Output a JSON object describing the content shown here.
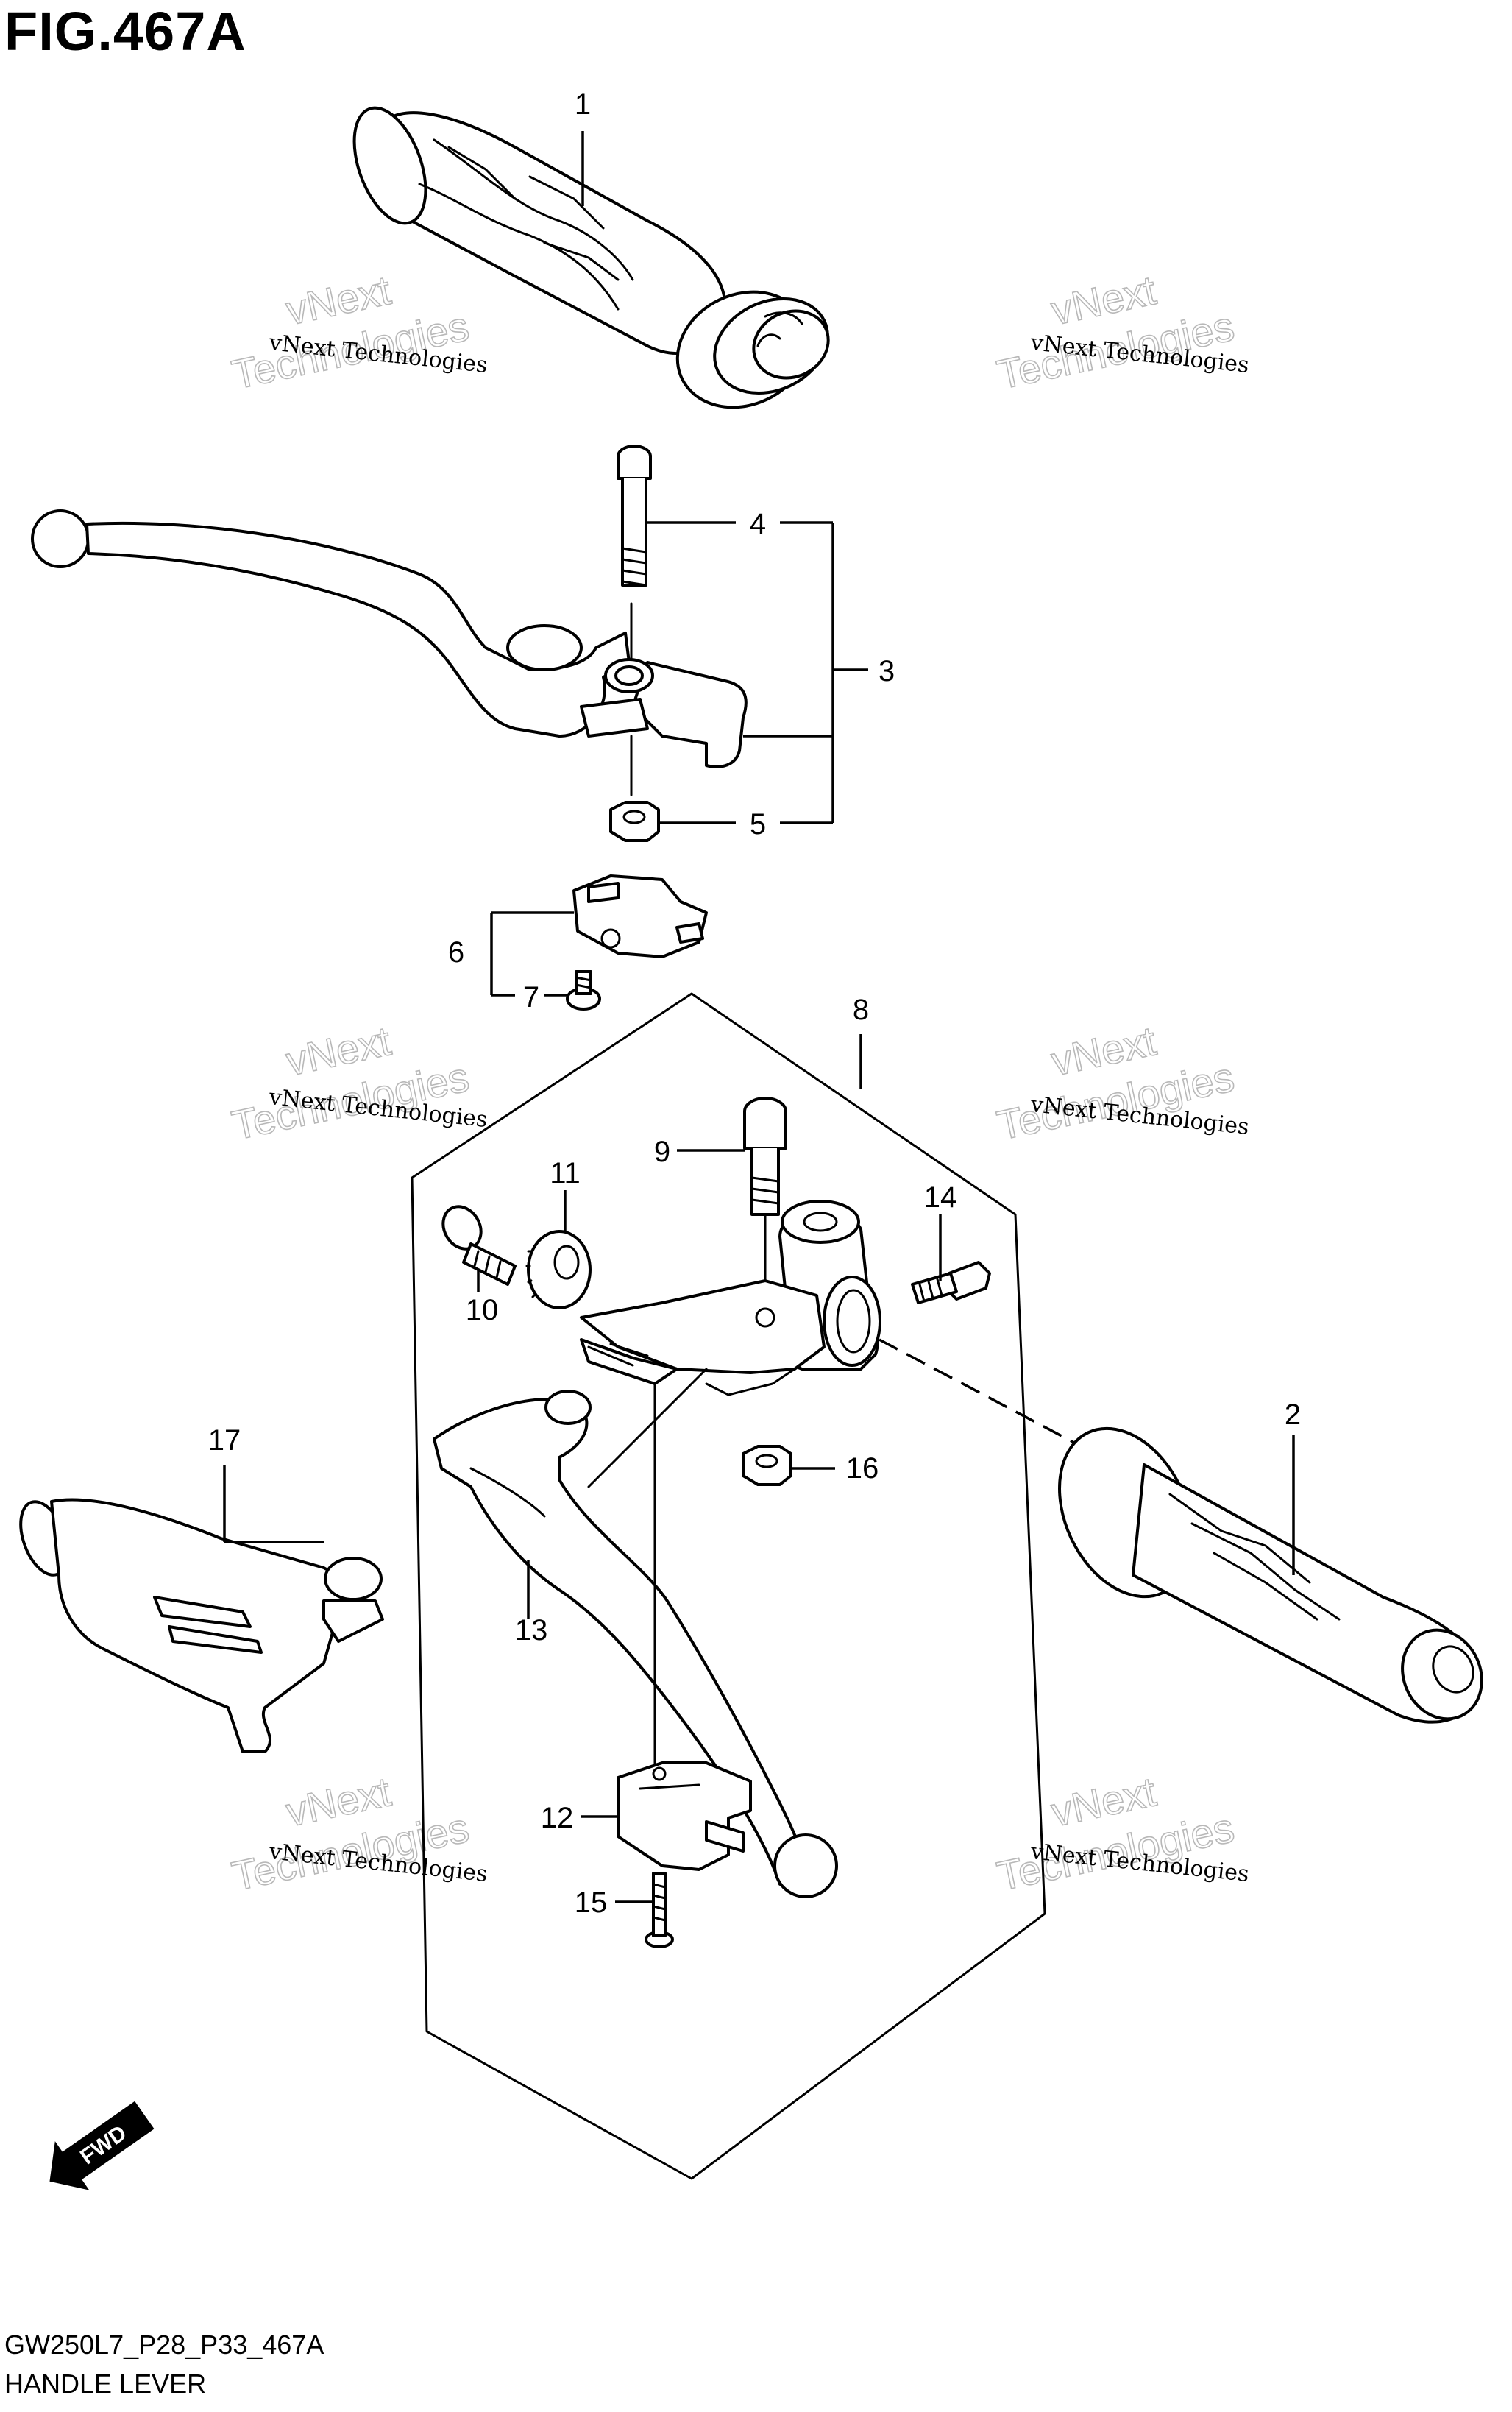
{
  "figure_title": "FIG.467A",
  "drawing_code": "GW250L7_P28_P33_467A",
  "section_name": "HANDLE LEVER",
  "direction_badge": "FWD",
  "watermark": {
    "line1": "vNext Technologies",
    "line2": "Technologies",
    "arc": "vNext"
  },
  "callouts": [
    "1",
    "2",
    "3",
    "4",
    "5",
    "6",
    "7",
    "8",
    "9",
    "10",
    "11",
    "12",
    "13",
    "14",
    "15",
    "16",
    "17"
  ]
}
